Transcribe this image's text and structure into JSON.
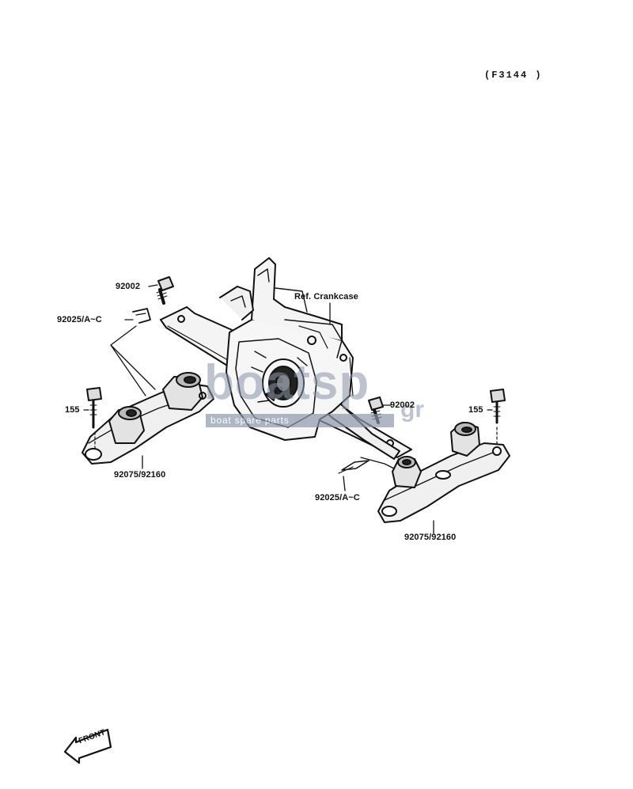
{
  "header": {
    "figure_code": "(F3144 )"
  },
  "labels": {
    "bolt_top_left": "92002",
    "stopper_left": "92025/A~C",
    "bolt_left": "155",
    "mount_left": "92075/92160",
    "ref_crankcase": "Ref. Crankcase",
    "bolt_right_center": "92002",
    "bolt_right": "155",
    "stopper_right": "92025/A~C",
    "mount_right": "92075/92160"
  },
  "watermark": {
    "main": "boatsp",
    "sub": "boat spare parts",
    "suffix": "gr"
  },
  "front_badge": "FRONT"
}
